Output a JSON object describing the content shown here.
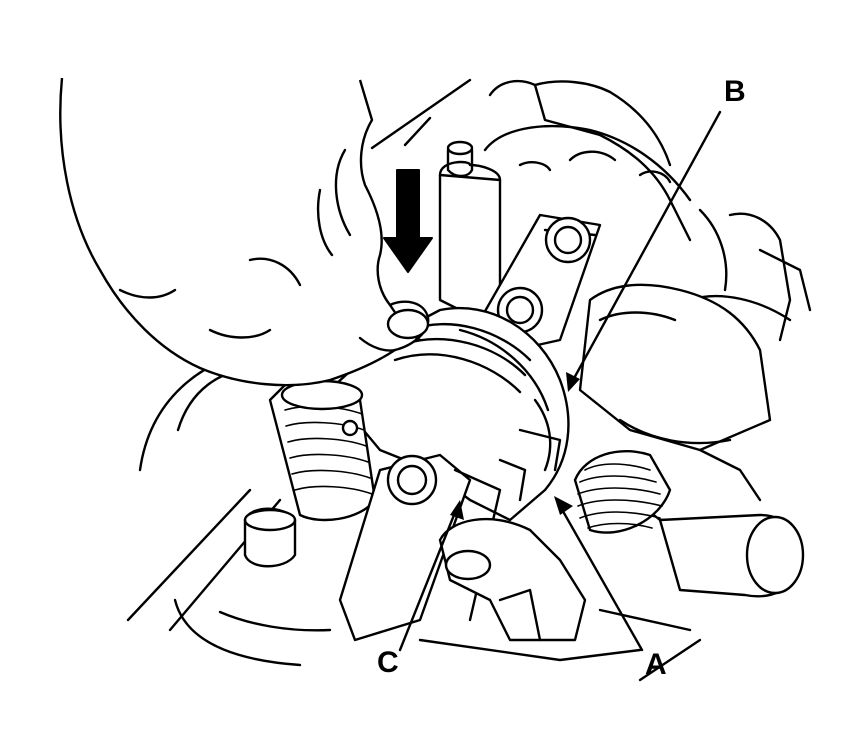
{
  "callouts": {
    "a": "A",
    "b": "B",
    "c": "C"
  },
  "colors": {
    "line": "#000000",
    "background": "#ffffff"
  },
  "icons": {
    "push_direction": "arrow-down-icon"
  }
}
